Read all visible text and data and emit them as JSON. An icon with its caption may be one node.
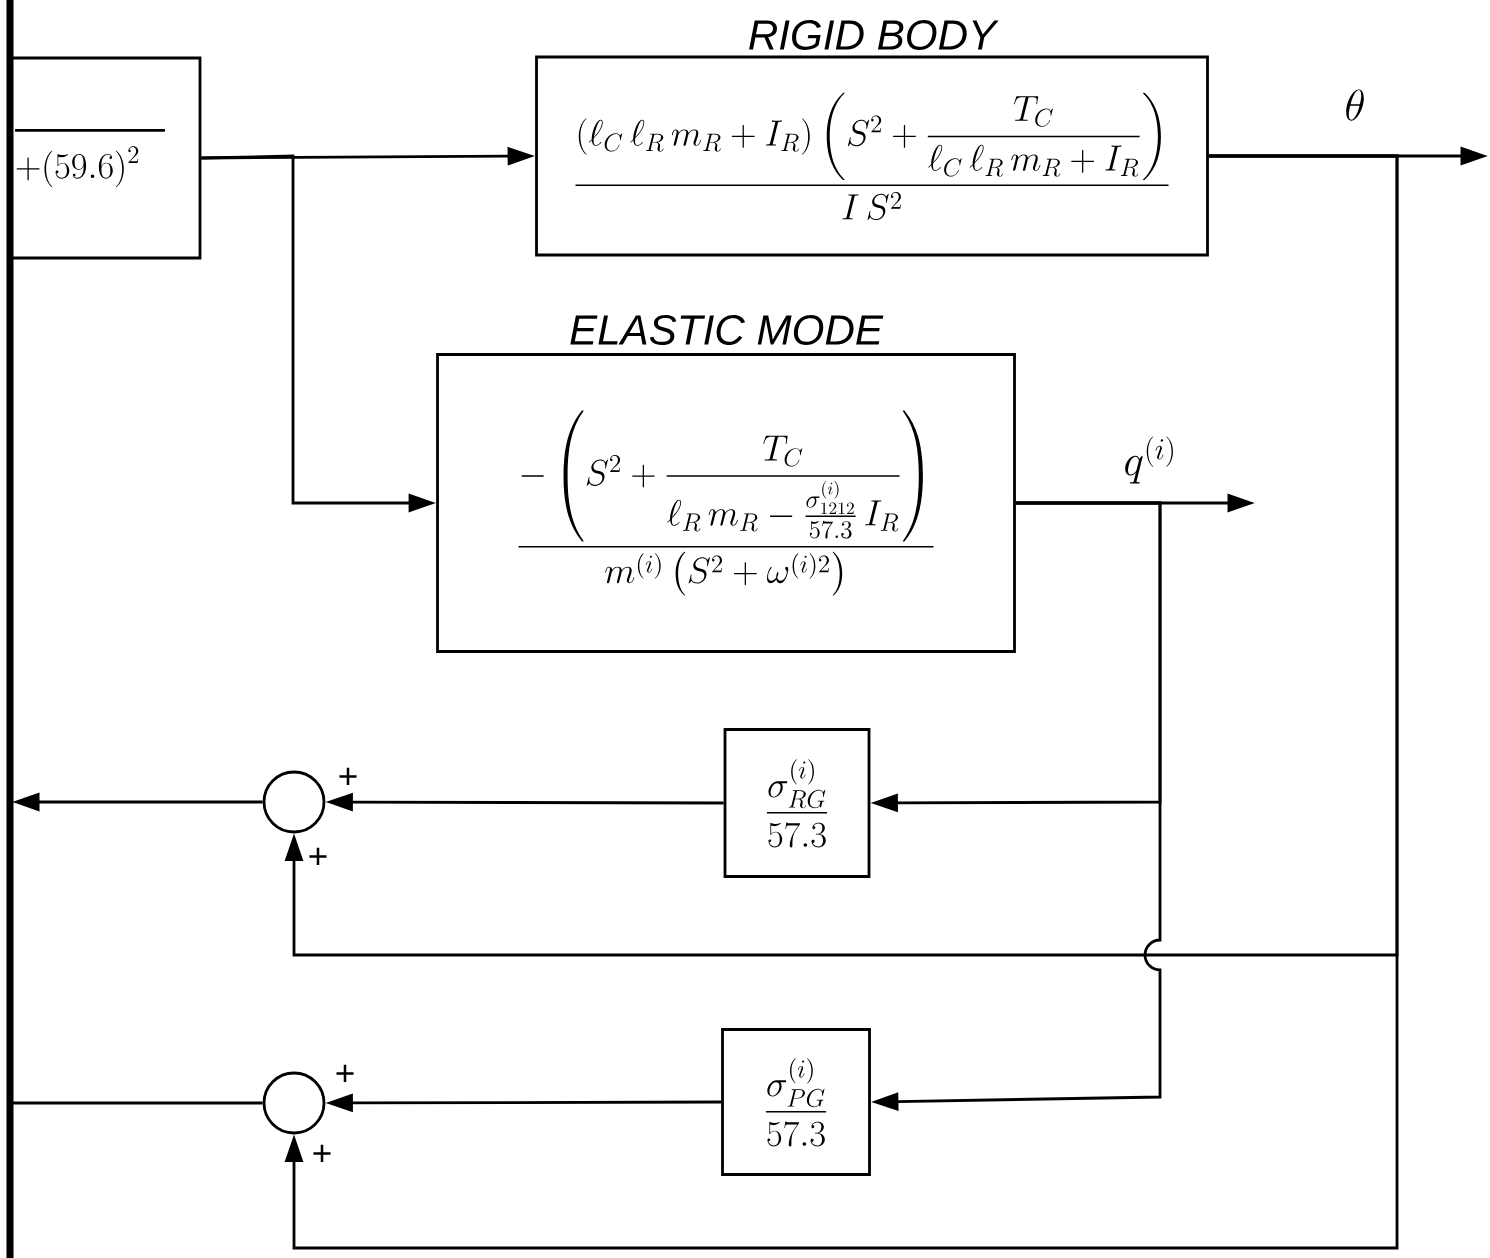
{
  "diagram": {
    "nodes": [
      {
        "text": [
          "+(59.6)^{2}"
        ]
      },
      {
        "text": [
          "RIGID BODY",
          "\\dfrac{\\left(\\ell_{C}\\,\\ell_{R}\\,m_{R}+I_{R}\\right)\\left(S^{2}+\\dfrac{T_{C}}{\\ell_{C}\\,\\ell_{R}\\,m_{R}+I_{R}}\\right)}{I\\,S^{2}}"
        ]
      },
      {
        "text": [
          "ELASTIC MODE",
          "\\dfrac{-\\left(S^{2}+\\dfrac{T_{C}}{\\ell_{R}\\,m_{R}-\\frac{\\sigma^{(i)}_{1212}}{57.3}\\,I_{R}}\\right)}{m^{(i)}\\left(S^{2}+\\omega^{(i)2}\\right)}"
        ]
      },
      {
        "text": [
          "\\dfrac{\\sigma^{(i)}_{RG}}{57.3}"
        ]
      },
      {
        "text": [],
        "shape": "circle",
        "beside": [
          "+",
          "+"
        ]
      },
      {
        "text": [
          "\\dfrac{\\sigma^{(i)}_{PG}}{57.3}"
        ]
      },
      {
        "text": [],
        "shape": "circle",
        "beside": [
          "+",
          "+"
        ]
      }
    ],
    "edges": [
      {
        "from": 0,
        "to": 1,
        "arrow": "to"
      },
      {
        "from": 0,
        "to": 2,
        "arrow": "to"
      },
      {
        "from": 1,
        "to": null,
        "arrow": "to",
        "label": "\\theta"
      },
      {
        "from": 2,
        "to": null,
        "arrow": "to",
        "label": "q^{(i)}"
      },
      {
        "from": 2,
        "to": 3,
        "arrow": "to"
      },
      {
        "from": 2,
        "to": 5,
        "arrow": "to"
      },
      {
        "from": 3,
        "to": 4,
        "arrow": "to"
      },
      {
        "from": 1,
        "to": 4,
        "arrow": "to"
      },
      {
        "from": 1,
        "to": 6,
        "arrow": "to"
      },
      {
        "from": 5,
        "to": 6,
        "arrow": "to"
      },
      {
        "from": 4,
        "to": null,
        "arrow": "to"
      },
      {
        "from": 6,
        "to": null,
        "arrow": "none"
      }
    ]
  }
}
